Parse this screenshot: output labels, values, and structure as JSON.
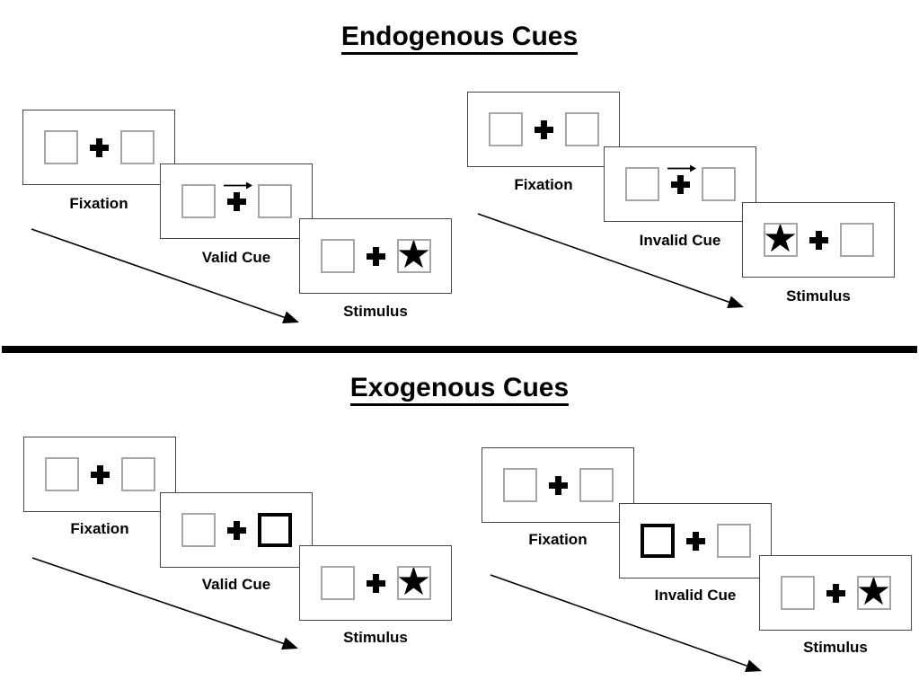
{
  "figure": {
    "section_titles": {
      "top": "Endogenous Cues",
      "bottom": "Exogenous Cues"
    }
  },
  "glyphs": {
    "star": "★"
  },
  "groups": [
    {
      "name": "endogenous-valid",
      "cue_style": "central-arrow-pointing-right",
      "stimulus_side": "right",
      "panels": [
        {
          "label": "Fixation"
        },
        {
          "label": "Valid Cue"
        },
        {
          "label": "Stimulus"
        }
      ]
    },
    {
      "name": "endogenous-invalid",
      "cue_style": "central-arrow-pointing-right",
      "stimulus_side": "left",
      "panels": [
        {
          "label": "Fixation"
        },
        {
          "label": "Invalid Cue"
        },
        {
          "label": "Stimulus"
        }
      ]
    },
    {
      "name": "exogenous-valid",
      "cue_style": "bold-right-box",
      "stimulus_side": "right",
      "panels": [
        {
          "label": "Fixation"
        },
        {
          "label": "Valid Cue"
        },
        {
          "label": "Stimulus"
        }
      ]
    },
    {
      "name": "exogenous-invalid",
      "cue_style": "bold-left-box",
      "stimulus_side": "right",
      "panels": [
        {
          "label": "Fixation"
        },
        {
          "label": "Invalid Cue"
        },
        {
          "label": "Stimulus"
        }
      ]
    }
  ],
  "colors": {
    "background": "#ffffff",
    "panel_border": "#454545",
    "box_border_gray": "#a6a6a6",
    "box_border_bold": "#000000",
    "ink": "#000000"
  }
}
